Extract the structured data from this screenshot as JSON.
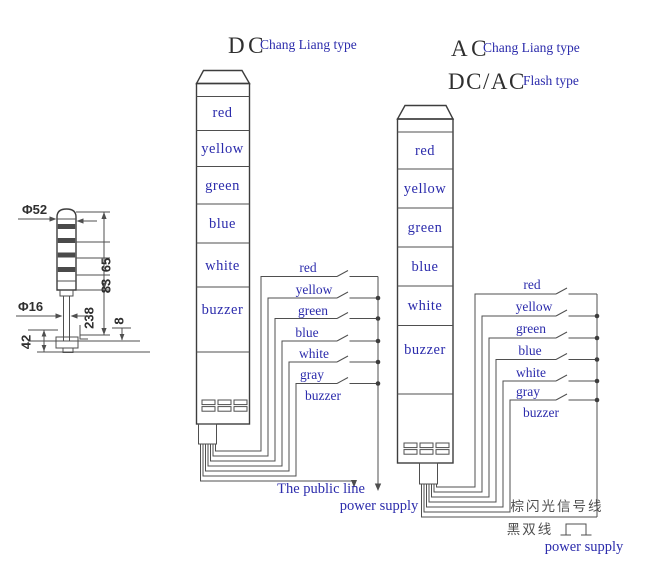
{
  "colors": {
    "blue": "#2c2cac",
    "line": "#4f4f4f",
    "dark": "#2f2f2f",
    "cjk": "#4f4f4f"
  },
  "titles": {
    "left_model": "DC",
    "left_type": "Chang Liang type",
    "right_model": "AC",
    "right_type": "Chang Liang type",
    "right_model2": "DC/AC",
    "right_type2": "Flash type"
  },
  "dimension_drawing": {
    "top_diameter": "Φ52",
    "pole_diameter": "Φ16",
    "height_65": "65",
    "height_83": "83",
    "height_238": "238",
    "thickness_8": "8",
    "height_42": "42"
  },
  "left_unit": {
    "segments": [
      "red",
      "yellow",
      "green",
      "blue",
      "white",
      "buzzer"
    ],
    "wire_labels": [
      "red",
      "yellow",
      "green",
      "blue",
      "white",
      "gray",
      "buzzer"
    ],
    "public_line": "The public line",
    "power": "power supply"
  },
  "right_unit": {
    "segments": [
      "red",
      "yellow",
      "green",
      "blue",
      "white",
      "buzzer"
    ],
    "wire_labels": [
      "red",
      "yellow",
      "green",
      "blue",
      "white",
      "gray",
      "buzzer"
    ],
    "signal_line": "棕闪光信号线",
    "double_line": "黑双线",
    "power": "power supply"
  }
}
